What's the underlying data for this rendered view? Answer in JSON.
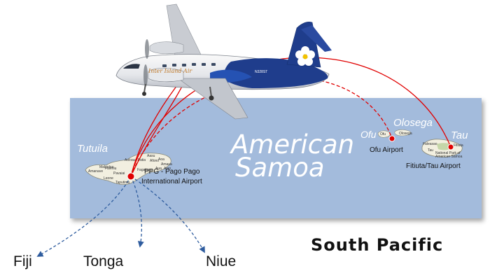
{
  "map": {
    "country": [
      "American",
      "Samoa"
    ],
    "region": "South Pacific",
    "colors": {
      "ocean": "#a3bbdc",
      "land": "#f2efe0",
      "domestic_route": "#e00000",
      "international_route": "#2e5c9e",
      "airport_marker": "#e00000"
    }
  },
  "islands": {
    "tutuila": "Tutuila",
    "ofu": "Ofu",
    "olosega": "Olosega",
    "tau": "Tau"
  },
  "airports": {
    "ppg": [
      "PPG - Pago Pago",
      "International Airport"
    ],
    "ofu": "Ofu Airport",
    "tau": "Fitiuta/Tau Airport"
  },
  "destinations": {
    "fiji": "Fiji",
    "tonga": "Tonga",
    "niue": "Niue"
  },
  "aircraft": {
    "icon": "airplane-photo",
    "livery_text": "Inter Island Air"
  },
  "minor_labels": {
    "tutuila": [
      "Aasu",
      "Aoloau",
      "Leone",
      "Pavaiai",
      "Taputimu",
      "Fagatogo",
      "Faleniu",
      "Amaua",
      "Alao",
      "Aua",
      "Afono",
      "Aoa",
      "Vatia",
      "Amanave",
      "Malaeloa"
    ],
    "ofu_olosega": [
      "Ofu",
      "Olosega"
    ],
    "tau": [
      "Tau",
      "Faleasao",
      "Fitiuta",
      "National Park of",
      "American Samoa"
    ]
  }
}
